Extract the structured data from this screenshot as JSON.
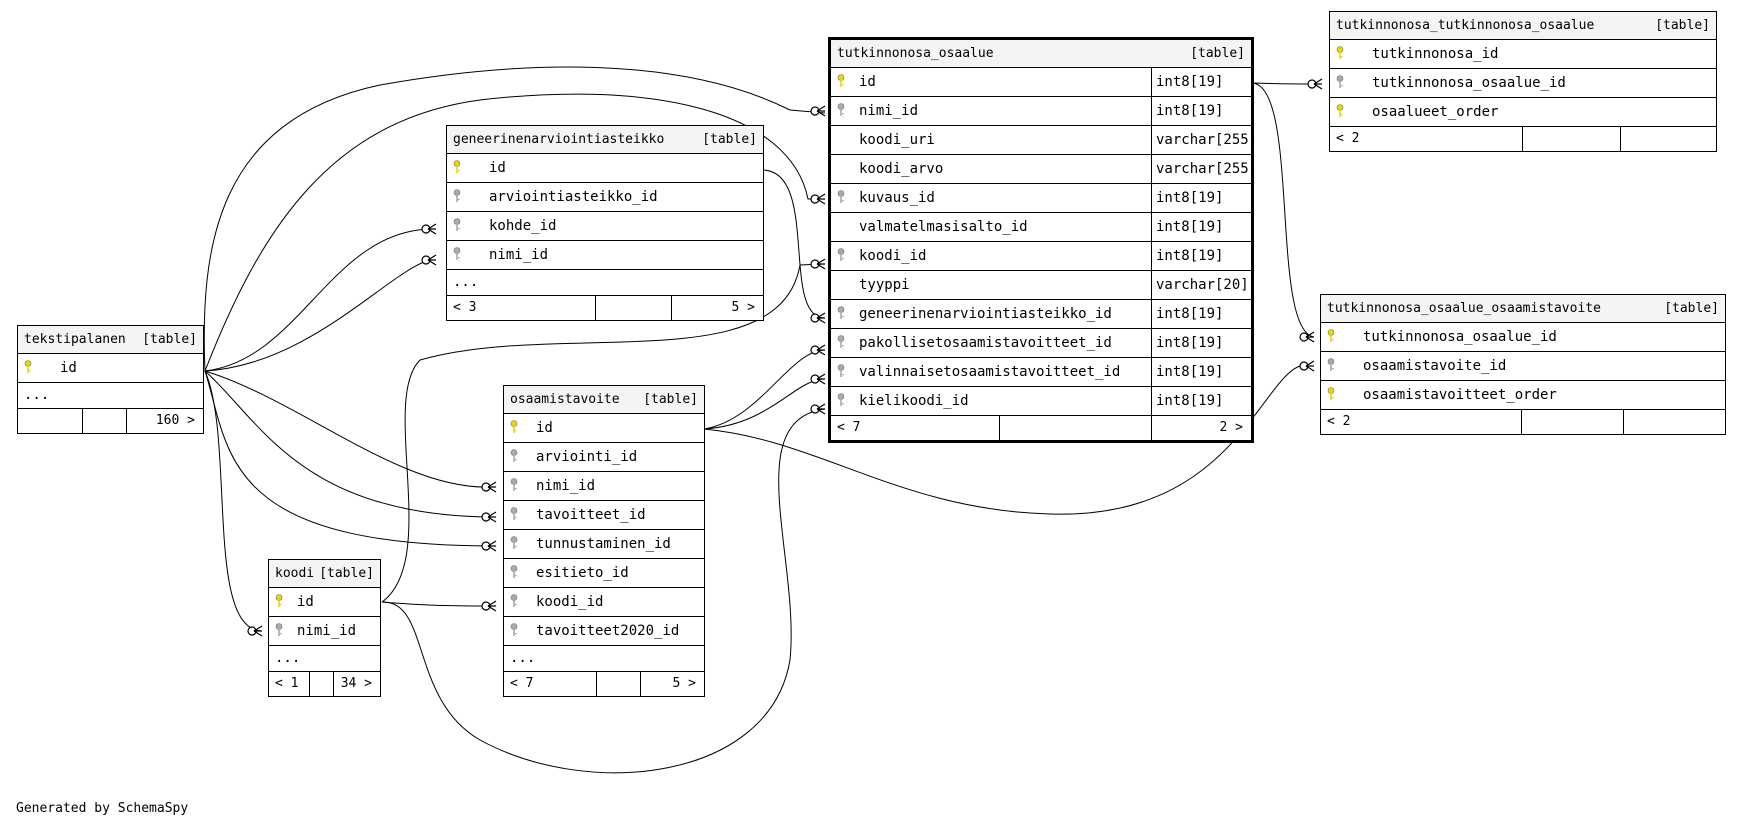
{
  "table_tag": "[table]",
  "key_primary_color": "#e8d800",
  "key_foreign_color": "#aaaaaa",
  "footer": "Generated by SchemaSpy",
  "tables": {
    "tutkinnonosa_osaalue": {
      "name": "tutkinnonosa_osaalue",
      "columns": [
        {
          "name": "id",
          "type": "int8[19]",
          "key": "primary"
        },
        {
          "name": "nimi_id",
          "type": "int8[19]",
          "key": "foreign"
        },
        {
          "name": "koodi_uri",
          "type": "varchar[255]",
          "key": ""
        },
        {
          "name": "koodi_arvo",
          "type": "varchar[255]",
          "key": ""
        },
        {
          "name": "kuvaus_id",
          "type": "int8[19]",
          "key": "foreign"
        },
        {
          "name": "valmatelmasisalto_id",
          "type": "int8[19]",
          "key": ""
        },
        {
          "name": "koodi_id",
          "type": "int8[19]",
          "key": "foreign"
        },
        {
          "name": "tyyppi",
          "type": "varchar[20]",
          "key": ""
        },
        {
          "name": "geneerinenarviointiasteikko_id",
          "type": "int8[19]",
          "key": "foreign"
        },
        {
          "name": "pakollisetosaamistavoitteet_id",
          "type": "int8[19]",
          "key": "foreign"
        },
        {
          "name": "valinnaisetosaamistavoitteet_id",
          "type": "int8[19]",
          "key": "foreign"
        },
        {
          "name": "kielikoodi_id",
          "type": "int8[19]",
          "key": "foreign"
        }
      ],
      "footer_left": "< 7",
      "footer_right": "2 >"
    },
    "tutkinnonosa_tutkinnonosa_osaalue": {
      "name": "tutkinnonosa_tutkinnonosa_osaalue",
      "columns": [
        {
          "name": "tutkinnonosa_id",
          "key": "primary"
        },
        {
          "name": "tutkinnonosa_osaalue_id",
          "key": "foreign"
        },
        {
          "name": "osaalueet_order",
          "key": "primary"
        }
      ],
      "footer_left": "< 2",
      "footer_right": ""
    },
    "tutkinnonosa_osaalue_osaamistavoite": {
      "name": "tutkinnonosa_osaalue_osaamistavoite",
      "columns": [
        {
          "name": "tutkinnonosa_osaalue_id",
          "key": "primary"
        },
        {
          "name": "osaamistavoite_id",
          "key": "foreign"
        },
        {
          "name": "osaamistavoitteet_order",
          "key": "primary"
        }
      ],
      "footer_left": "< 2",
      "footer_right": ""
    },
    "geneerinenarviointiasteikko": {
      "name": "geneerinenarviointiasteikko",
      "columns": [
        {
          "name": "id",
          "key": "primary"
        },
        {
          "name": "arviointiasteikko_id",
          "key": "foreign"
        },
        {
          "name": "kohde_id",
          "key": "foreign"
        },
        {
          "name": "nimi_id",
          "key": "foreign"
        }
      ],
      "more": "...",
      "footer_left": "< 3",
      "footer_right": "5 >"
    },
    "tekstipalanen": {
      "name": "tekstipalanen",
      "columns": [
        {
          "name": "id",
          "key": "primary"
        }
      ],
      "more": "...",
      "footer_left": "",
      "footer_right": "160 >"
    },
    "osaamistavoite": {
      "name": "osaamistavoite",
      "columns": [
        {
          "name": "id",
          "key": "primary"
        },
        {
          "name": "arviointi_id",
          "key": "foreign"
        },
        {
          "name": "nimi_id",
          "key": "foreign"
        },
        {
          "name": "tavoitteet_id",
          "key": "foreign"
        },
        {
          "name": "tunnustaminen_id",
          "key": "foreign"
        },
        {
          "name": "esitieto_id",
          "key": "foreign"
        },
        {
          "name": "koodi_id",
          "key": "foreign"
        },
        {
          "name": "tavoitteet2020_id",
          "key": "foreign"
        }
      ],
      "more": "...",
      "footer_left": "< 7",
      "footer_right": "5 >"
    },
    "koodi": {
      "name": "koodi",
      "columns": [
        {
          "name": "id",
          "key": "primary"
        },
        {
          "name": "nimi_id",
          "key": "foreign"
        }
      ],
      "more": "...",
      "footer_left": "< 1",
      "footer_right": "34 >"
    }
  }
}
